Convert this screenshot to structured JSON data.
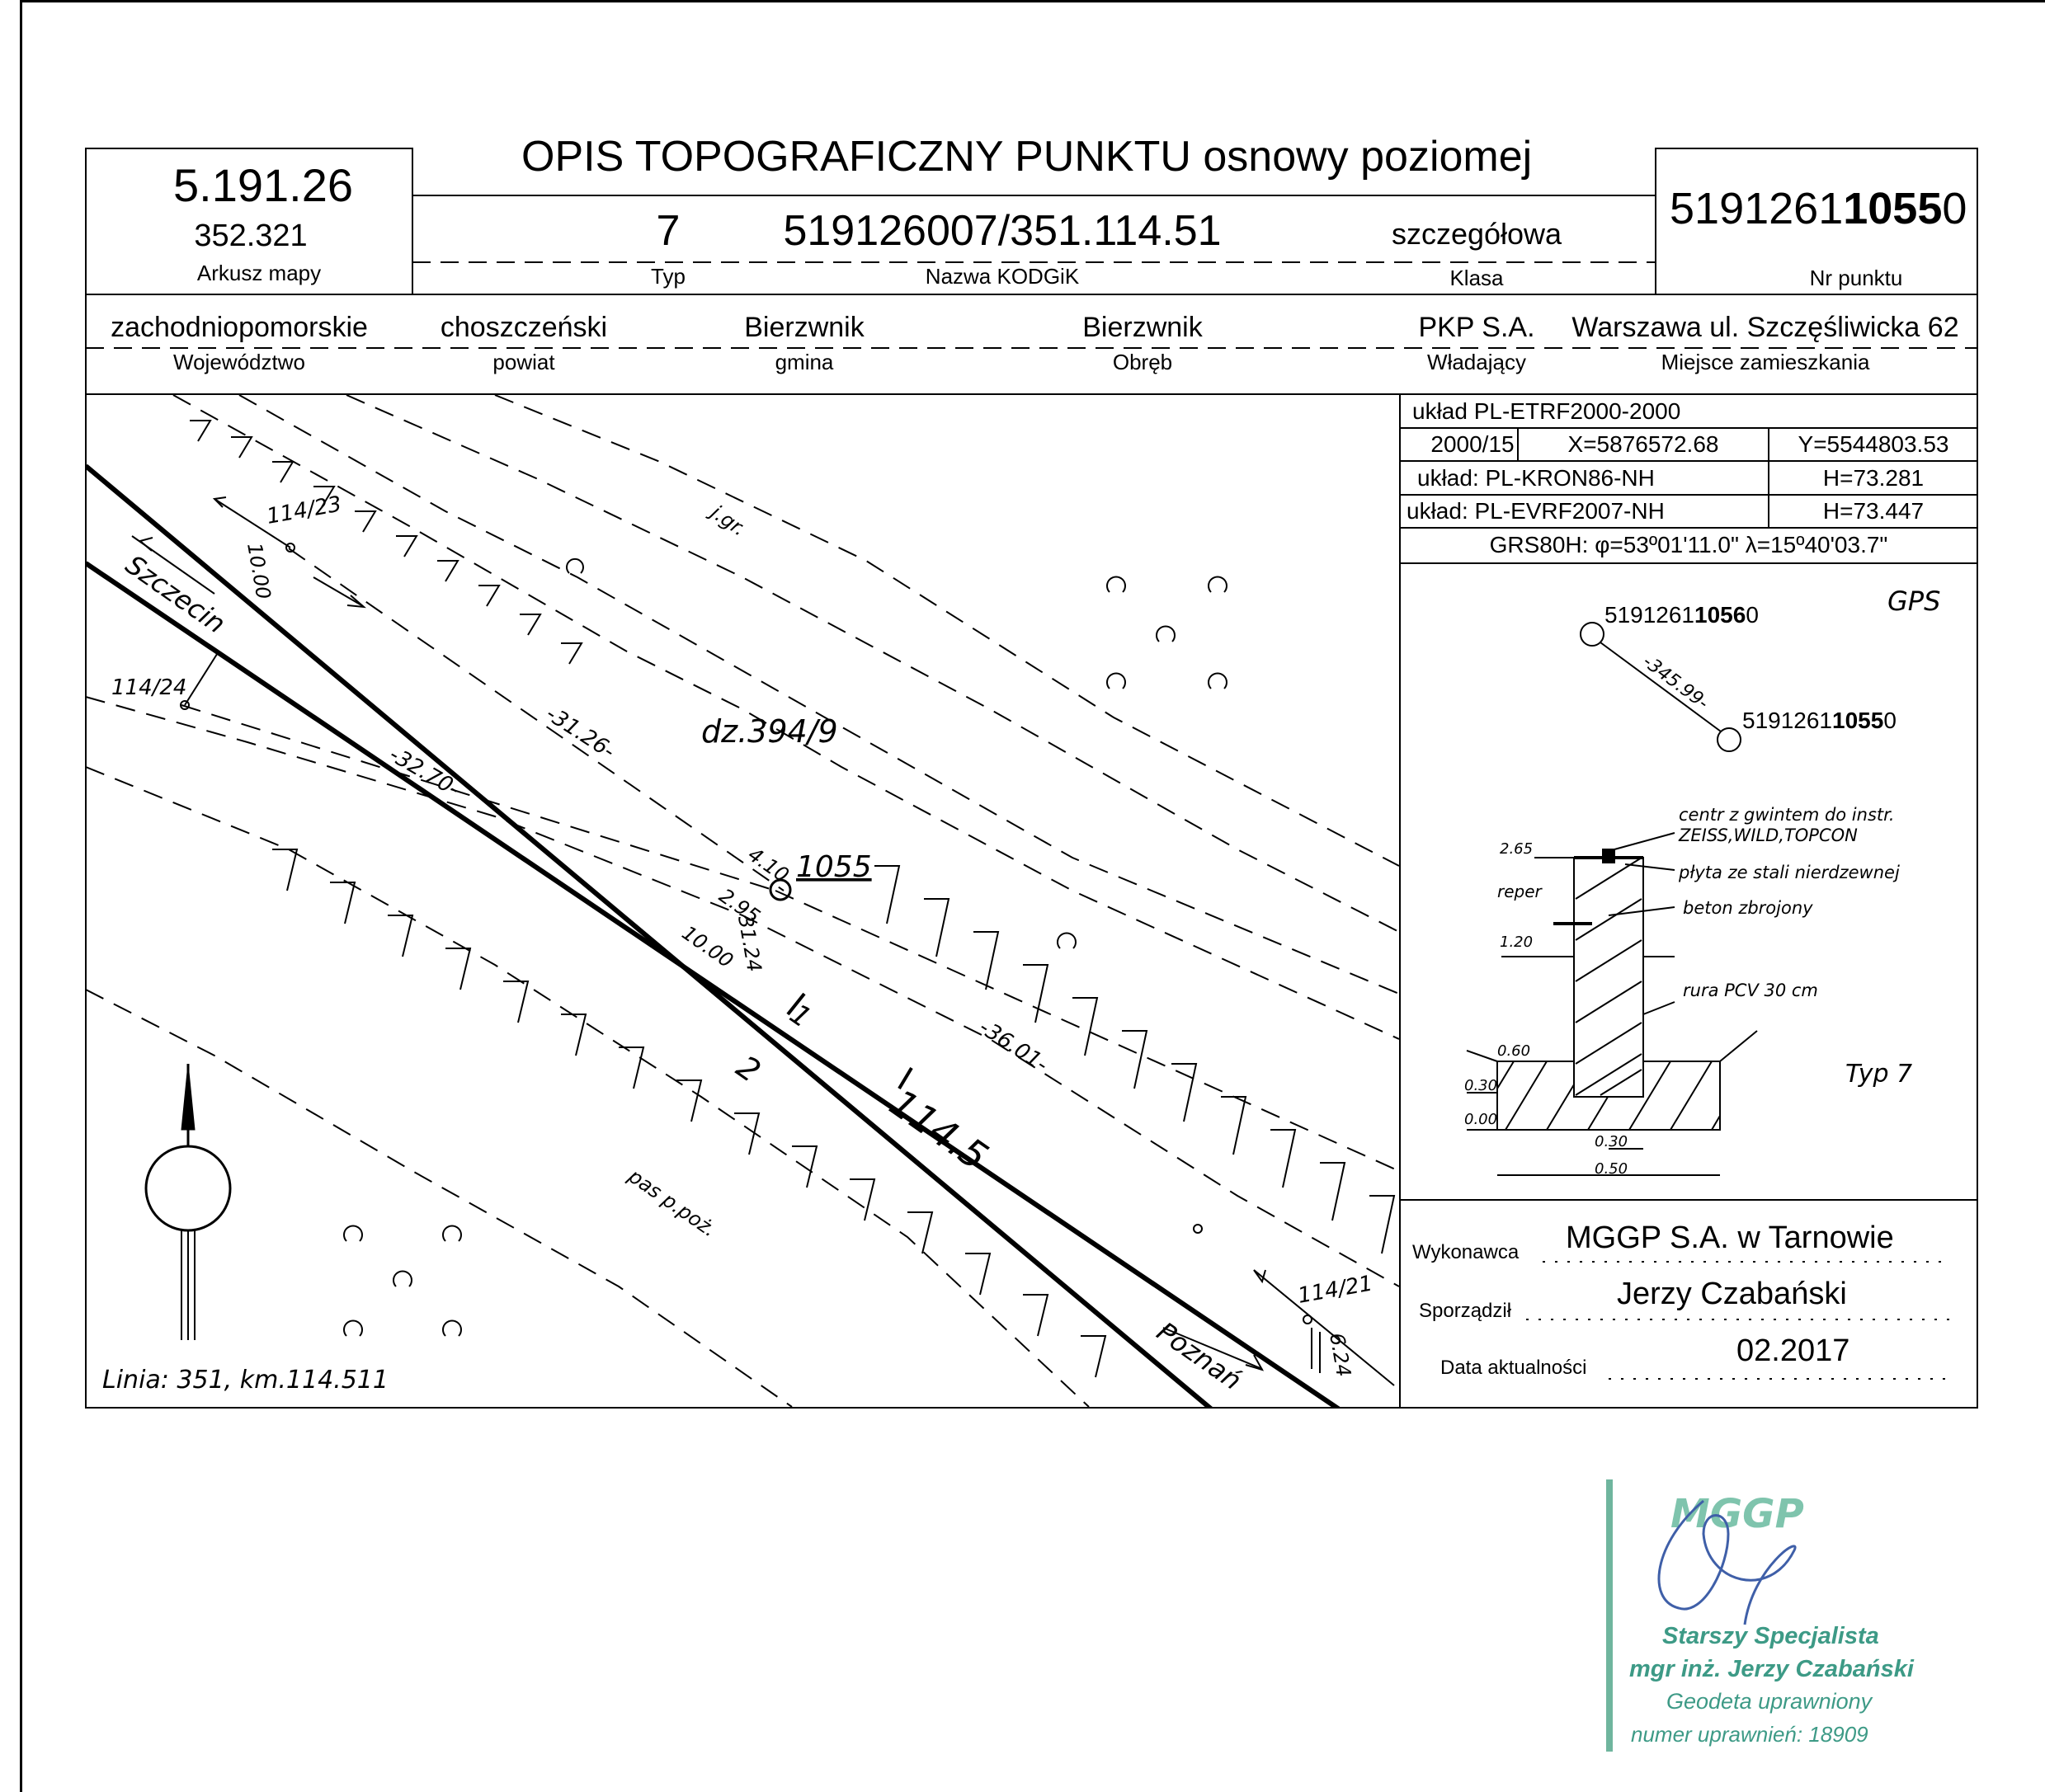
{
  "header": {
    "sheet_number": "5.191.26",
    "sheet_sub": "352.321",
    "sheet_label": "Arkusz mapy",
    "title": "OPIS TOPOGRAFICZNY PUNKTU osnowy poziomej",
    "type_value": "7",
    "type_label": "Typ",
    "kodgik_value": "519126007/351.114.51",
    "kodgik_label": "Nazwa KODGiK",
    "class_value": "szczegółowa",
    "class_label": "Klasa",
    "point_prefix": "5191261",
    "point_bold": "1055",
    "point_suffix": "0",
    "point_label": "Nr punktu"
  },
  "admin": {
    "voivodeship": "zachodniopomorskie",
    "voivodeship_label": "Województwo",
    "county": "choszczeński",
    "county_label": "powiat",
    "commune": "Bierzwnik",
    "commune_label": "gmina",
    "precinct": "Bierzwnik",
    "precinct_label": "Obręb",
    "owner": "PKP S.A.",
    "owner_label": "Władający",
    "residence": "Warszawa ul. Szczęśliwicka 62",
    "residence_label": "Miejsce zamieszkania"
  },
  "coords": {
    "system1": "układ PL-ETRF2000-2000",
    "zone": "2000/15",
    "x": "X=5876572.68",
    "y": "Y=5544803.53",
    "system2": "układ: PL-KRON86-NH",
    "h1": "H=73.281",
    "system3": "układ: PL-EVRF2007-NH",
    "h2": "H=73.447",
    "grs": "GRS80H: φ=53º01'11.0\" λ=15º40'03.7\""
  },
  "gps": {
    "label": "GPS",
    "p1_prefix": "5191261",
    "p1_bold": "1056",
    "p1_suffix": "0",
    "distance": "-345.99-",
    "p2_prefix": "5191261",
    "p2_bold": "1055",
    "p2_suffix": "0"
  },
  "section": {
    "centr": "centr z gwintem do instr.",
    "brands": "ZEISS,WILD,TOPCON",
    "plate": "płyta ze stali nierdzewnej",
    "concrete": "beton zbrojony",
    "pipe": "rura PCV 30 cm",
    "reper": "reper",
    "d265": "2.65",
    "d120": "1.20",
    "d060": "0.60",
    "d030": "0.30",
    "d000": "0.00",
    "w030": "0.30",
    "w050": "0.50",
    "type": "Typ 7"
  },
  "map": {
    "parcel": "dz.394/9",
    "point": "1055",
    "szczecin": "Szczecin",
    "poznan": "Poznań",
    "km": "114.5",
    "track1": "1",
    "track2": "2",
    "jgr": "j.gr.",
    "pas": "pas p.poż.",
    "m11423": "114/23",
    "m11424": "114/24",
    "m11421": "114/21",
    "d3270": "-32.70-",
    "d3126": "-31.26-",
    "d3601": "-36.01-",
    "d410": "4.10",
    "d295": "2.95",
    "d3124": "31.24",
    "d1000a": "10.00",
    "d1000b": "10.00",
    "d624": "6.24",
    "line_info": "Linia: 351, km.114.511"
  },
  "footer": {
    "contractor_label": "Wykonawca",
    "contractor": "MGGP S.A.  w Tarnowie",
    "author_label": "Sporządził",
    "author": "Jerzy Czabański",
    "date_label": "Data aktualności",
    "date": "02.2017"
  },
  "stamp": {
    "logo": "MGGP",
    "line1": "Starszy Specjalista",
    "line2": "mgr inż. Jerzy Czabański",
    "line3": "Geodeta uprawniony",
    "line4": "numer uprawnień: 18909",
    "color": "#3d9a86"
  }
}
